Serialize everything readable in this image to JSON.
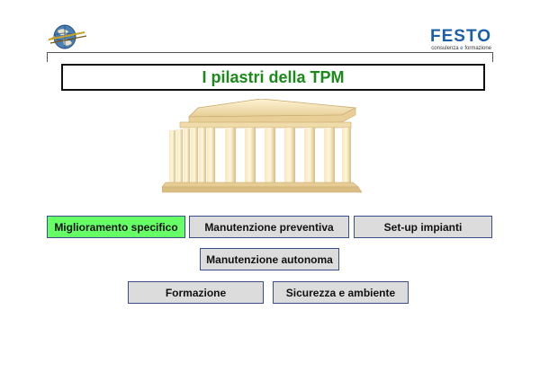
{
  "header": {
    "brand": "FESTO",
    "tagline_left": "consulenza",
    "tagline_sep": "e",
    "tagline_right": "formazione"
  },
  "title": "I pilastri della TPM",
  "colors": {
    "title": "#1b8a1b",
    "button_bg": "#dcdcdc",
    "button_active_bg": "#66ff66",
    "button_border": "#3a4f8a",
    "brand": "#1a5fa8"
  },
  "pillars": [
    {
      "label": "Miglioramento specifico",
      "active": true
    },
    {
      "label": "Manutenzione preventiva",
      "active": false
    },
    {
      "label": "Set-up impianti",
      "active": false
    },
    {
      "label": "Manutenzione autonoma",
      "active": false
    },
    {
      "label": "Formazione",
      "active": false
    },
    {
      "label": "Sicurezza e ambiente",
      "active": false
    }
  ],
  "icons": {
    "globe": "globe-logo-icon",
    "temple": "temple-icon"
  }
}
